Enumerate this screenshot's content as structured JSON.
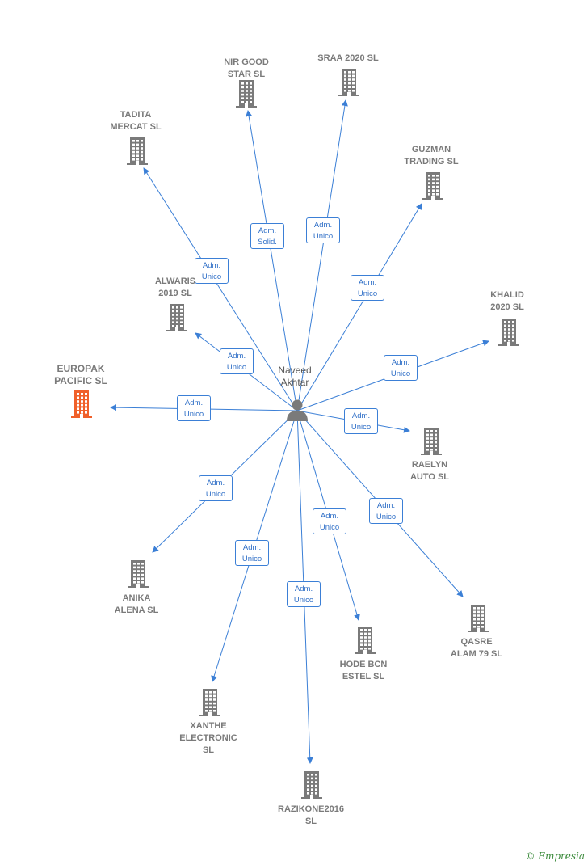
{
  "center": {
    "name": "Naveed\nAkhtar",
    "icon": "person-icon"
  },
  "companies": [
    {
      "id": "nir-good-star-sl",
      "name": "NIR GOOD\nSTAR SL",
      "role": "Adm.\nSolid.",
      "highlight": false
    },
    {
      "id": "sraa-2020-sl",
      "name": "SRAA 2020 SL",
      "role": "Adm.\nUnico",
      "highlight": false
    },
    {
      "id": "tadita-mercat-sl",
      "name": "TADITA\nMERCAT SL",
      "role": "Adm.\nUnico",
      "highlight": false
    },
    {
      "id": "guzman-trading-sl",
      "name": "GUZMAN\nTRADING SL",
      "role": "Adm.\nUnico",
      "highlight": false
    },
    {
      "id": "alwaris-2019-sl",
      "name": "ALWARIS\n2019 SL",
      "role": "Adm.\nUnico",
      "highlight": false
    },
    {
      "id": "khalid-2020-sl",
      "name": "KHALID\n2020 SL",
      "role": "Adm.\nUnico",
      "highlight": false
    },
    {
      "id": "europak-pacific-sl",
      "name": "EUROPAK\nPACIFIC SL",
      "role": "Adm.\nUnico",
      "highlight": true
    },
    {
      "id": "raelyn-auto-sl",
      "name": "RAELYN\nAUTO SL",
      "role": "Adm.\nUnico",
      "highlight": false
    },
    {
      "id": "anika-alena-sl",
      "name": "ANIKA\nALENA SL",
      "role": "Adm.\nUnico",
      "highlight": false
    },
    {
      "id": "qasre-alam-79-sl",
      "name": "QASRE\nALAM 79 SL",
      "role": "Adm.\nUnico",
      "highlight": false
    },
    {
      "id": "hode-bcn-estel-sl",
      "name": "HODE BCN\nESTEL SL",
      "role": "Adm.\nUnico",
      "highlight": false
    },
    {
      "id": "xanthe-electronic-sl",
      "name": "XANTHE\nELECTRONIC\nSL",
      "role": "Adm.\nUnico",
      "highlight": false
    },
    {
      "id": "razikone2016-sl",
      "name": "RAZIKONE2016\nSL",
      "role": "Adm.\nUnico",
      "highlight": false
    }
  ],
  "colors": {
    "edge": "#3b7fd6",
    "building": "#7a7a7a",
    "building_highlight": "#f0602a",
    "label": "#7a7a7a"
  },
  "brand": {
    "symbol": "©",
    "name": "Empresia"
  }
}
